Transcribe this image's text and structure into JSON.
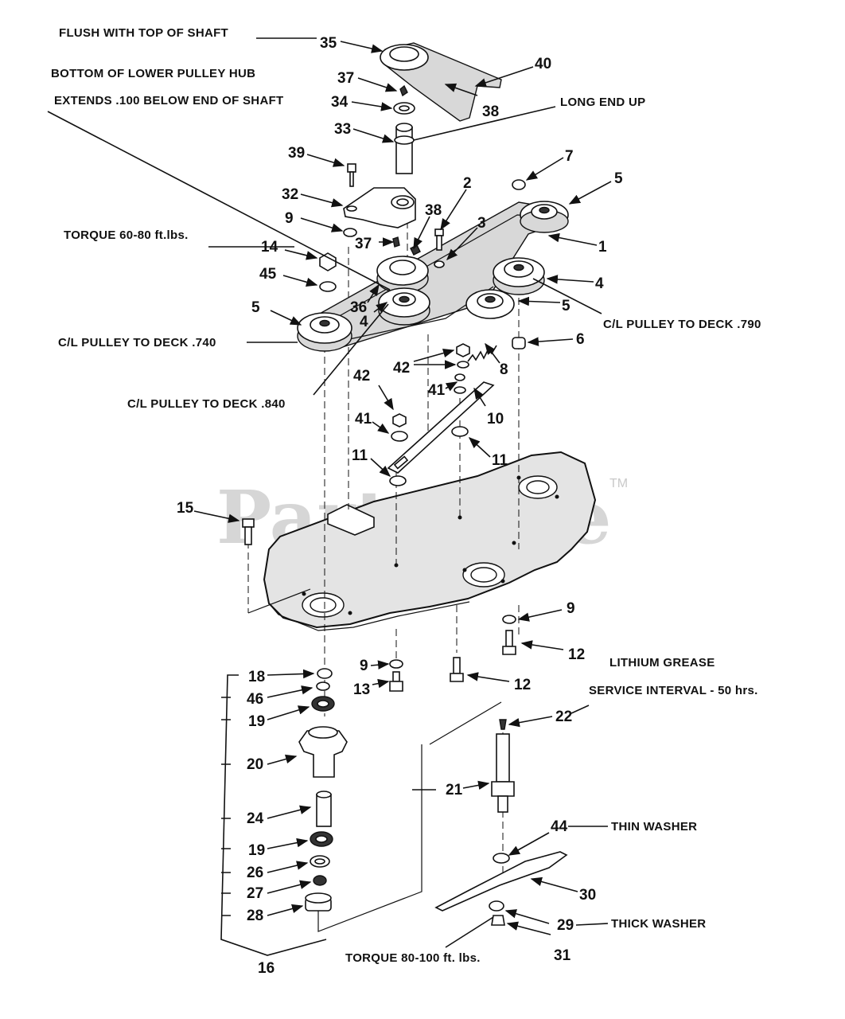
{
  "watermark": {
    "text": "PartsTree",
    "trademark": "TM"
  },
  "notes": {
    "flush": "FLUSH WITH TOP OF SHAFT",
    "bottom_hub": "BOTTOM OF LOWER PULLEY HUB",
    "extends": "EXTENDS .100 BELOW END OF SHAFT",
    "long_end": "LONG END UP",
    "torque_60": "TORQUE 60-80 ft.lbs.",
    "cl_790": "C/L PULLEY TO DECK .790",
    "cl_740": "C/L PULLEY TO DECK .740",
    "cl_840": "C/L PULLEY TO DECK .840",
    "lithium": "LITHIUM GREASE",
    "service": "SERVICE INTERVAL - 50 hrs.",
    "thin_washer": "THIN WASHER",
    "thick_washer": "THICK WASHER",
    "torque_80": "TORQUE 80-100 ft. lbs."
  },
  "callouts": {
    "c35": "35",
    "c40": "40",
    "c37a": "37",
    "c38a": "38",
    "c34": "34",
    "c33": "33",
    "c39": "39",
    "c32": "32",
    "c9a": "9",
    "c38b": "38",
    "c2": "2",
    "c7": "7",
    "c5a": "5",
    "c3": "3",
    "c37b": "37",
    "c1": "1",
    "c14": "14",
    "c45": "45",
    "c4a": "4",
    "c36": "36",
    "c5b": "5",
    "c4b": "4",
    "c5c": "5",
    "c6": "6",
    "c42a": "42",
    "c8": "8",
    "c41a": "41",
    "c10": "10",
    "c42b": "42",
    "c41b": "41",
    "c11a": "11",
    "c11b": "11",
    "c15": "15",
    "c9b": "9",
    "c12a": "12",
    "c18": "18",
    "c9c": "9",
    "c46": "46",
    "c13": "13",
    "c12b": "12",
    "c19a": "19",
    "c22": "22",
    "c20": "20",
    "c21": "21",
    "c24": "24",
    "c44": "44",
    "c19b": "19",
    "c26": "26",
    "c30": "30",
    "c27": "27",
    "c28": "28",
    "c29": "29",
    "c31": "31",
    "c16": "16"
  }
}
